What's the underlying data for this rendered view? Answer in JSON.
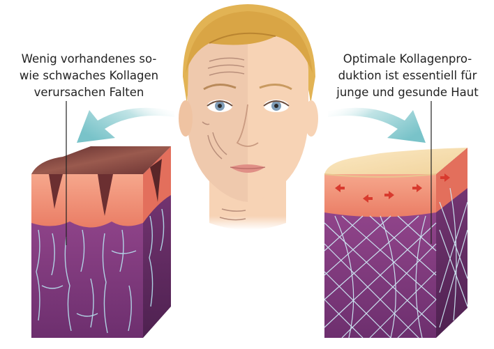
{
  "left_label": {
    "lines": [
      "Wenig vorhandenes so-",
      "wie schwaches Kollagen",
      "verursachen Falten"
    ]
  },
  "right_label": {
    "lines": [
      "Optimale Kollagenpro-",
      "duktion ist essentiell für",
      "junge und gesunde Haut"
    ]
  },
  "colors": {
    "arrow": "#8ecfd4",
    "skin_old_top": "#7a3a3a",
    "skin_young_top": "#f6dfb0",
    "dermis": "#f08a6e",
    "tissue": "#8a3f86",
    "face_skin": "#f7d3b5",
    "hair": "#e2b354"
  },
  "icons": [
    "curved-arrow-icon",
    "face-illustration",
    "skin-block-illustration"
  ]
}
